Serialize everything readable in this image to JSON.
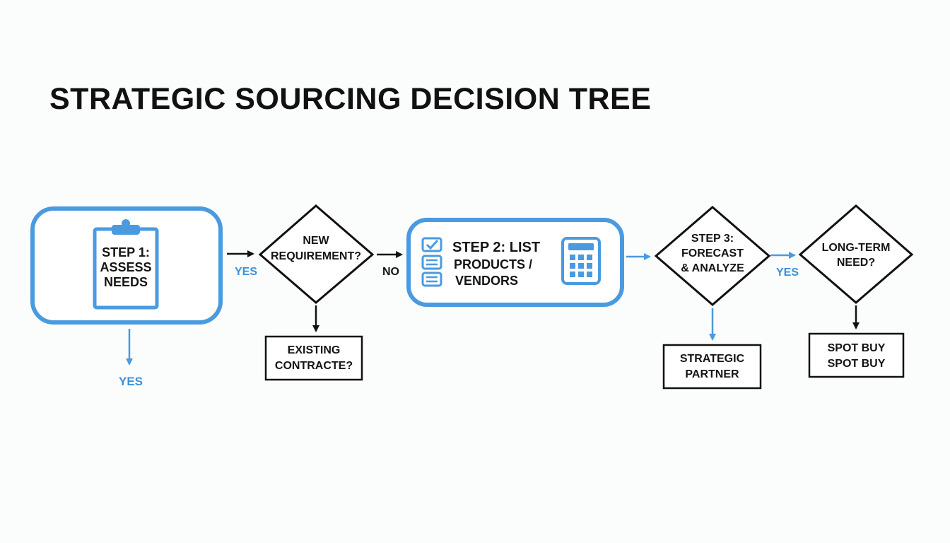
{
  "title": "STRATEGIC SOURCING DECISION TREE",
  "colors": {
    "accent": "#4a9ae0",
    "ink": "#111111",
    "background": "#fbfcfc"
  },
  "nodes": {
    "step1": {
      "line1": "STEP 1:",
      "line2": "ASSESS",
      "line3": "NEEDS",
      "icon": "clipboard-icon"
    },
    "new_requirement": {
      "line1": "NEW",
      "line2": "REQUIREMENT?"
    },
    "existing_contract": {
      "line1": "EXISTING",
      "line2": "CONTRACTE?"
    },
    "step2": {
      "line1": "STEP 2: LIST",
      "line2": "PRODUCTS /",
      "line3": "VENDORS",
      "icons": [
        "checkbox-icon",
        "list-icon",
        "list-icon",
        "calculator-icon"
      ]
    },
    "step3": {
      "line1": "STEP 3:",
      "line2": "FORECAST",
      "line3": "& ANALYZE"
    },
    "strategic_partner": {
      "line1": "STRATEGIC",
      "line2": "PARTNER"
    },
    "long_term": {
      "line1": "LONG-TERM",
      "line2": "NEED?"
    },
    "spot_buy": {
      "line1": "SPOT BUY",
      "line2": "SPOT BUY"
    }
  },
  "edge_labels": {
    "step1_to_requirement": "YES",
    "step1_down": "YES",
    "requirement_to_step2": "NO",
    "step3_to_longterm": "YES"
  }
}
